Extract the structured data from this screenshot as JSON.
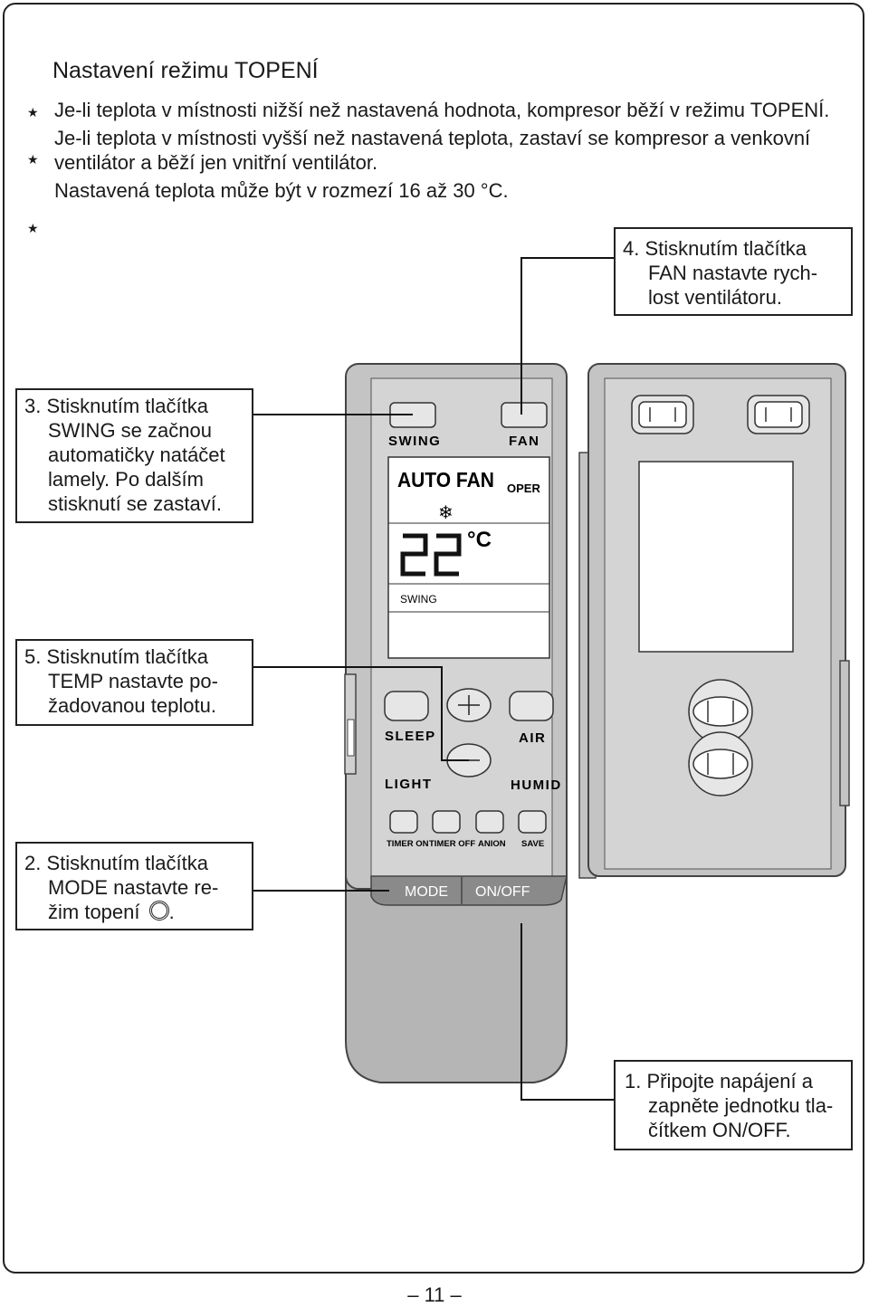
{
  "page": {
    "title": "Nastavení režimu TOPENÍ",
    "bullets": [
      "Je-li teplota v místnosti nižší než nastavená hodnota, kompresor běží v režimu TOPENÍ.",
      "Je-li teplota v místnosti vyšší než nastavená teplota, zastaví se kompresor a venkovní ventilátor a běží jen vnitřní ventilátor.",
      "Nastavená teplota může být v rozmezí 16 až 30 °C."
    ],
    "page_number": "– 11 –"
  },
  "callouts": {
    "c4": {
      "line1": "4. Stisknutím tlačítka",
      "line2": "FAN nastavte rych-",
      "line3": "lost ventilátoru."
    },
    "c3": {
      "line1": "3. Stisknutím tlačítka",
      "line2": "SWING se začnou",
      "line3": "automatičky natáčet",
      "line4": "lamely. Po dalším",
      "line5": "stisknutí se zastaví."
    },
    "c5": {
      "line1": "5. Stisknutím tlačítka",
      "line2": "TEMP nastavte po-",
      "line3": "žadovanou teplotu."
    },
    "c2": {
      "line1": "2. Stisknutím tlačítka",
      "line2": "MODE nastavte re-",
      "line3": "žim topení",
      "line3_end": "."
    },
    "c1": {
      "line1": "1. Připojte napájení a",
      "line2": "zapněte jednotku tla-",
      "line3": "čítkem ON/OFF."
    }
  },
  "remote": {
    "swing_label": "SWING",
    "fan_label": "FAN",
    "display_mode": "AUTO FAN",
    "display_oper": "OPER",
    "display_temp": "22",
    "display_unit": "°C",
    "display_swing": "SWING",
    "sleep_label": "SLEEP",
    "air_label": "AIR",
    "light_label": "LIGHT",
    "humid_label": "HUMID",
    "timer_on_label": "TIMER ON",
    "timer_off_label": "TIMER OFF",
    "anion_label": "ANION",
    "save_label": "SAVE",
    "mode_label": "MODE",
    "onoff_label": "ON/OFF",
    "plus_icon": "plus-icon",
    "minus_icon": "minus-icon",
    "snowflake_icon": "snowflake-icon",
    "heat_icon": "sun-icon"
  },
  "colors": {
    "remote_body": "#b8b8b8",
    "remote_face": "#cfcfcf",
    "display": "#ffffff",
    "lines": "#222222"
  }
}
